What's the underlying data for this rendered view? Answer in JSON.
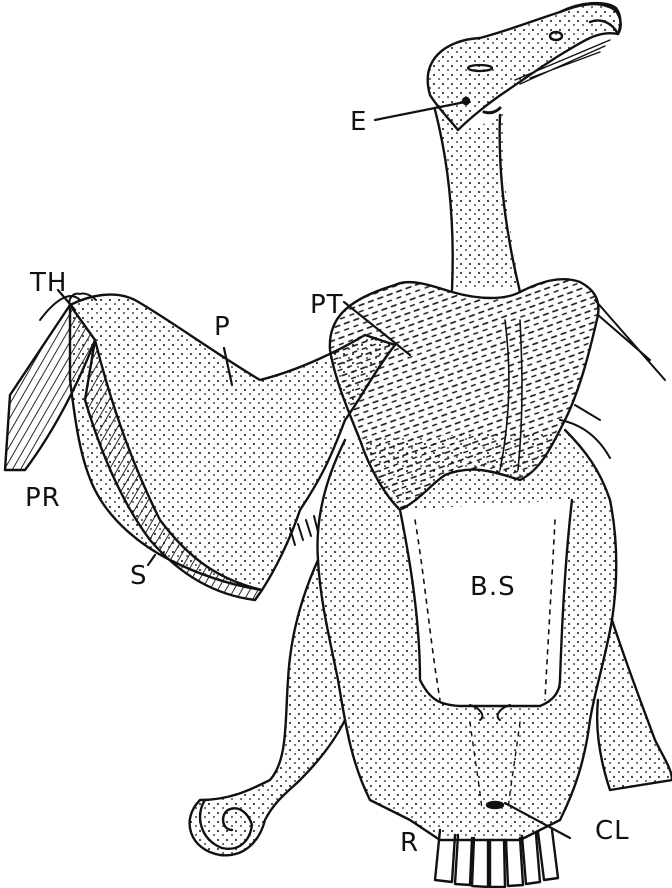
{
  "figure": {
    "subject": "Bird anatomy (ventral view, skinned) line drawing",
    "labels": {
      "E": "E",
      "TH": "TH",
      "P": "P",
      "PT": "PT",
      "PR": "PR",
      "S": "S",
      "BS": "B.S",
      "R": "R",
      "CL": "CL"
    },
    "colors": {
      "ink": "#111111",
      "paper": "#ffffff"
    }
  }
}
